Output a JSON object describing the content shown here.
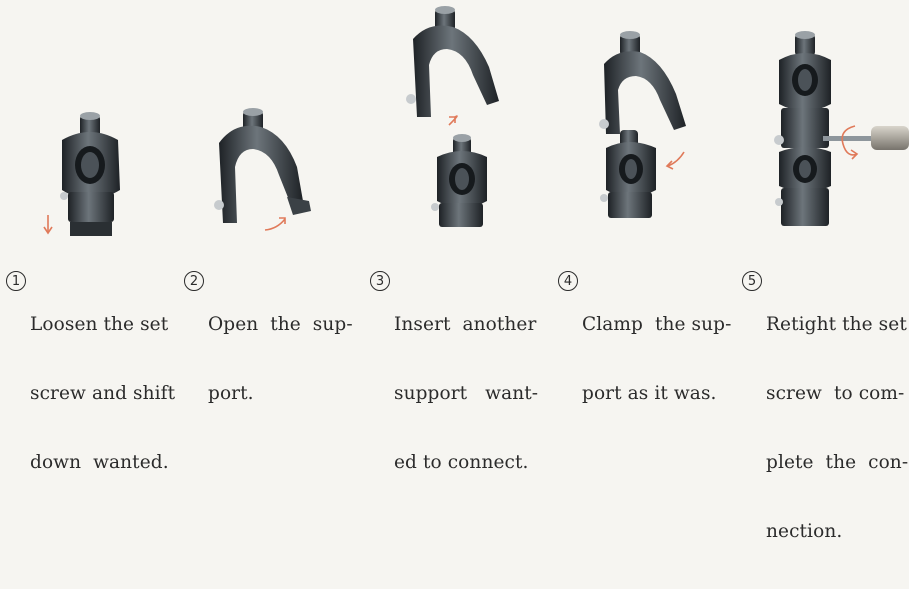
{
  "steps": [
    {
      "number": "1",
      "lines": [
        "Loosen the set",
        "screw and shift",
        "down  wanted."
      ]
    },
    {
      "number": "2",
      "lines": [
        "Open  the  sup-",
        "port."
      ]
    },
    {
      "number": "3",
      "lines": [
        "Insert  another",
        "support   want-",
        "ed to connect."
      ]
    },
    {
      "number": "4",
      "lines": [
        "Clamp  the sup-",
        "port as it was."
      ]
    },
    {
      "number": "5",
      "lines": [
        "Retight the set",
        "screw  to com-",
        "plete  the  con-",
        "nection."
      ]
    }
  ],
  "colors": {
    "background": "#f6f5f1",
    "metal_dark": "#2d3236",
    "metal_light": "#8e969c",
    "arrow": "#e07a5a"
  }
}
